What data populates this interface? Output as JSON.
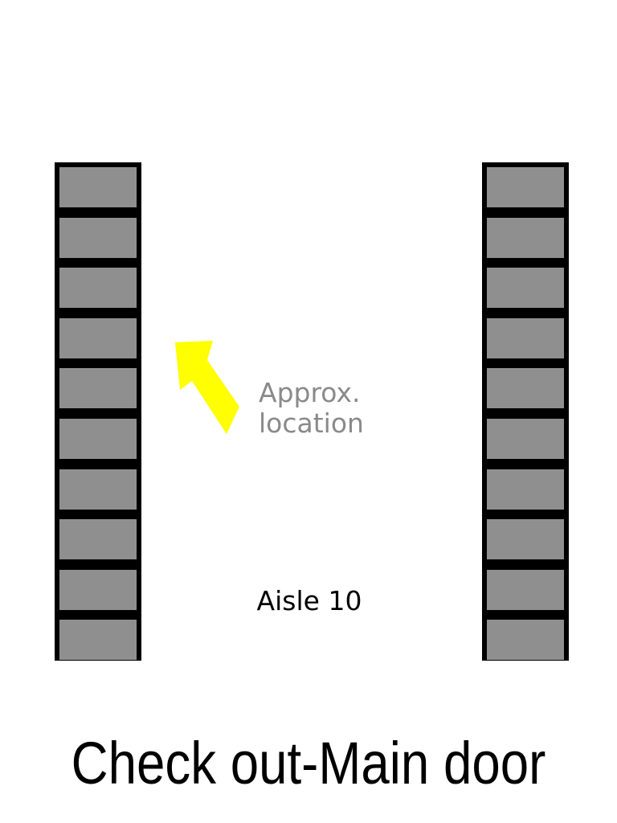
{
  "map": {
    "approx_label_line1": "Approx.",
    "approx_label_line2": "location",
    "aisle_label": "Aisle 10",
    "footer_label": "Check out-Main door",
    "shelf_left_bins": 10,
    "shelf_right_bins": 10,
    "colors": {
      "shelf_frame": "#000000",
      "bin": "#8f8f8f",
      "arrow": "#ffff00",
      "approx_text": "#8a8a8a"
    },
    "icons": {
      "marker": "arrow-up-left-icon"
    }
  }
}
